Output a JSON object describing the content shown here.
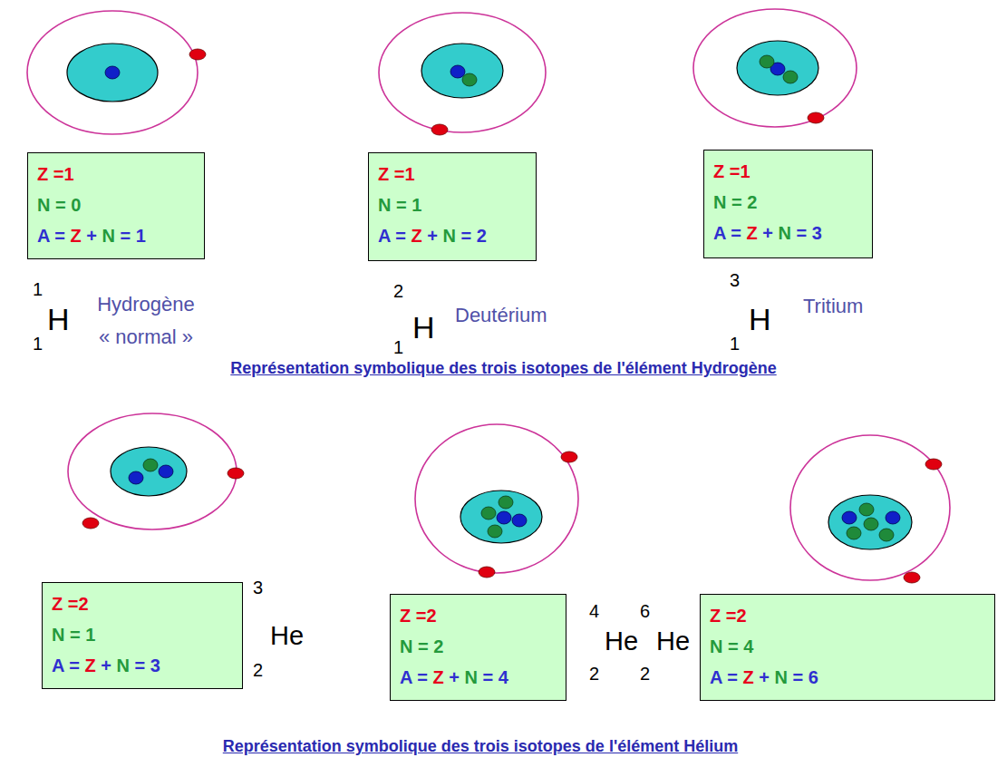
{
  "diagram": {
    "nodes": [
      {
        "text": [
          "Z =1",
          "N = 0",
          "A = Z + N = 1"
        ]
      },
      {
        "text": [
          "Z =1",
          "N = 1",
          "A = Z + N = 2"
        ]
      },
      {
        "text": [
          "Z =1",
          "N = 2",
          "A = Z + N = 3"
        ]
      },
      {
        "text": [
          "Z =2",
          "N = 1",
          "A = Z + N = 3"
        ]
      },
      {
        "text": [
          "Z =2",
          "N = 2",
          "A = Z + N = 4"
        ]
      },
      {
        "text": [
          "Z =2",
          "N = 4",
          "A = Z + N = 6"
        ]
      }
    ],
    "labels": [
      "1",
      "1",
      "H",
      "Hydrogène « normal »",
      "2",
      "1",
      "H",
      "Deutérium",
      "3",
      "1",
      "H",
      "Tritium",
      "Représentation symbolique des trois isotopes de l'élément Hydrogène",
      "3",
      "2",
      "He",
      "4",
      "2",
      "He",
      "6",
      "2",
      "He",
      "Représentation symbolique des trois isotopes de l'élément Hélium"
    ]
  }
}
